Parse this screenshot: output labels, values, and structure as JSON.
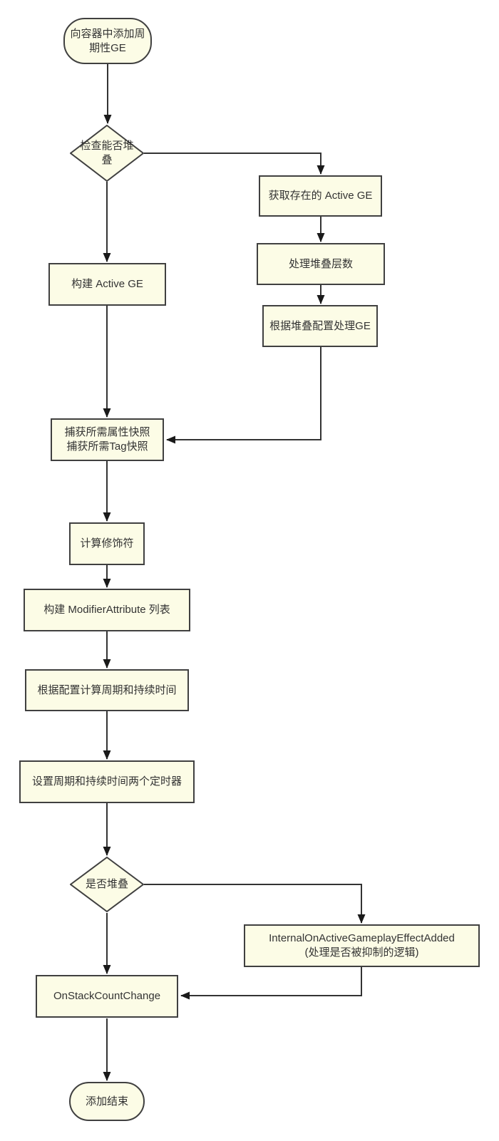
{
  "diagram": {
    "type": "flowchart",
    "colors": {
      "background": "#ffffff",
      "node_fill": "#fcfce6",
      "node_border": "#404040",
      "edge_line": "#333333",
      "arrowhead": "#1a1a1a",
      "text": "#333333"
    },
    "nodes": {
      "start": {
        "shape": "stadium",
        "label": "向容器中添加周\n期性GE"
      },
      "check_stackable": {
        "shape": "diamond",
        "label": "检查能否堆\n叠"
      },
      "get_active_ge": {
        "shape": "rect",
        "label": "获取存在的 Active GE"
      },
      "handle_stack_count": {
        "shape": "rect",
        "label": "处理堆叠层数"
      },
      "handle_ge_by_stack_config": {
        "shape": "rect",
        "label": "根据堆叠配置处理GE"
      },
      "build_active_ge": {
        "shape": "rect",
        "label": "构建 Active GE"
      },
      "capture_snapshots": {
        "shape": "rect",
        "label": "捕获所需属性快照\n捕获所需Tag快照"
      },
      "calc_modifiers": {
        "shape": "rect",
        "label": "计算修饰符"
      },
      "build_modifier_attribute_list": {
        "shape": "rect",
        "label": "构建 ModifierAttribute 列表"
      },
      "calc_period_and_duration": {
        "shape": "rect",
        "label": "根据配置计算周期和持续时间"
      },
      "set_two_timers": {
        "shape": "rect",
        "label": "设置周期和持续时间两个定时器"
      },
      "is_stacked": {
        "shape": "diamond",
        "label": "是否堆叠"
      },
      "internal_on_active_ge_added": {
        "shape": "rect",
        "label": "InternalOnActiveGameplayEffectAdded\n(处理是否被抑制的逻辑)"
      },
      "on_stack_count_change": {
        "shape": "rect",
        "label": "OnStackCountChange"
      },
      "end": {
        "shape": "stadium",
        "label": "添加结束"
      }
    }
  }
}
